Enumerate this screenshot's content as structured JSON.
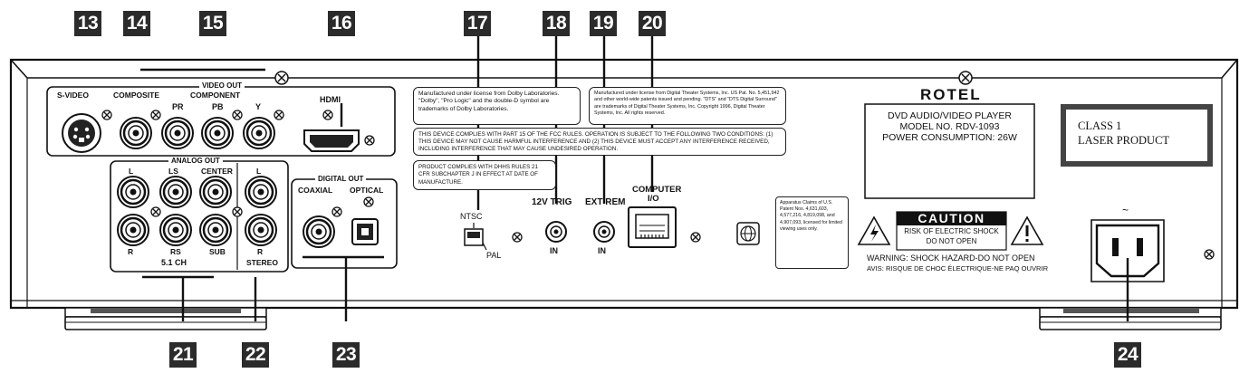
{
  "callouts": {
    "c13": "13",
    "c14": "14",
    "c15": "15",
    "c16": "16",
    "c17": "17",
    "c18": "18",
    "c19": "19",
    "c20": "20",
    "c21": "21",
    "c22": "22",
    "c23": "23",
    "c24": "24"
  },
  "video_out": {
    "title": "VIDEO OUT",
    "svideo": "S-VIDEO",
    "composite": "COMPOSITE",
    "component": "COMPONENT",
    "pr": "PR",
    "pb": "PB",
    "y": "Y"
  },
  "hdmi": "HDMI",
  "analog_out": {
    "title": "ANALOG OUT",
    "l": "L",
    "ls": "LS",
    "center": "CENTER",
    "l2": "L",
    "r": "R",
    "rs": "RS",
    "sub": "SUB",
    "r2": "R",
    "ch51": "5.1 CH",
    "stereo": "STEREO"
  },
  "digital_out": {
    "title": "DIGITAL OUT",
    "coaxial": "COAXIAL",
    "optical": "OPTICAL"
  },
  "switch": {
    "ntsc": "NTSC",
    "pal": "PAL"
  },
  "trig": {
    "label": "12V TRIG",
    "in": "IN"
  },
  "extrem": {
    "label": "EXT REM",
    "in": "IN"
  },
  "computer": {
    "line1": "COMPUTER",
    "line2": "I/O"
  },
  "notices": {
    "dolby": "Manufactured under license from Dolby Laboratories. \"Dolby\", \"Pro Logic\" and the double-D symbol are trademarks of Dolby Laboratories.",
    "dts": "Manufactured under license from Digital Theater Systems, Inc. US Pat. No. 5,451,942 and other world-wide patents issued and pending. \"DTS\" and \"DTS Digital Surround\" are trademarks of Digital Theater Systems, Inc. Copyright 1996, Digital Theater Systems, Inc. All rights reserved.",
    "fcc": "THIS DEVICE COMPLIES WITH PART 15 OF THE FCC RULES. OPERATION IS SUBJECT TO THE FOLLOWING TWO CONDITIONS: (1) THIS DEVICE MAY NOT CAUSE HARMFUL INTERFERENCE AND (2) THIS DEVICE MUST ACCEPT ANY INTERFERENCE RECEIVED, INCLUDING INTERFERENCE THAT MAY CAUSE UNDESIRED OPERATION.",
    "dhhs": "PRODUCT COMPLIES WITH DHHS RULES 21 CFR SUBCHAPTER J IN EFFECT AT DATE OF MANUFACTURE.",
    "patent": "Apparatus Claims of U.S. Patent Nos. 4,631,603, 4,577,216, 4,819,098, and 4,907,093, licensed for limited viewing uses only."
  },
  "brand": "ROTEL",
  "model": {
    "line1": "DVD AUDIO/VIDEO PLAYER",
    "line2": "MODEL NO. RDV-1093",
    "line3": "POWER CONSUMPTION: 26W"
  },
  "laser": {
    "line1": "CLASS 1",
    "line2": "LASER PRODUCT"
  },
  "caution": {
    "title": "CAUTION",
    "line1": "RISK OF ELECTRIC SHOCK",
    "line2": "DO NOT OPEN",
    "warning": "WARNING: SHOCK HAZARD-DO NOT OPEN",
    "avis": "AVIS: RISQUE DE CHOC ÉLECTRIQUE-NE PAQ OUVRIR"
  },
  "ac": "~"
}
